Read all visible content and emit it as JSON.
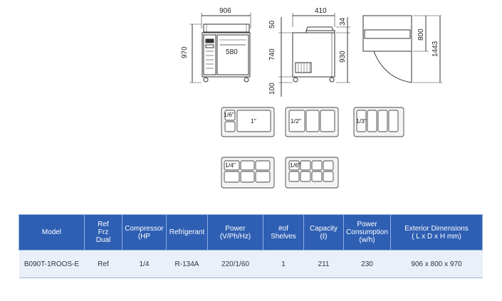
{
  "drawing": {
    "front": {
      "width": "906",
      "height": "970",
      "door_width": "580"
    },
    "side": {
      "depth": "410",
      "top_height": "50",
      "top_depth": "34",
      "body_height": "740",
      "total_to_top": "930",
      "leg_height": "100"
    },
    "top": {
      "depth": "800",
      "total_height": "1443"
    },
    "pans": [
      {
        "labels": [
          "1/6\"",
          "1\""
        ]
      },
      {
        "labels": [
          "1/2\""
        ]
      },
      {
        "labels": [
          "1/3\""
        ]
      },
      {
        "labels": [
          "1/4\""
        ]
      },
      {
        "labels": [
          "1/6\""
        ]
      }
    ]
  },
  "table": {
    "headers": {
      "model": "Model",
      "ref": [
        "Ref",
        "Frz",
        "Dual"
      ],
      "compressor": [
        "Compressor",
        "(HP"
      ],
      "refrigerant": "Refrigerant",
      "power": [
        "Power",
        "(V/Ph/Hz)"
      ],
      "shelves": [
        "#of",
        "Shelves"
      ],
      "capacity": [
        "Capacity",
        "(ℓ)"
      ],
      "consumption": [
        "Power",
        "Consumption",
        "(w/h)"
      ],
      "exterior": [
        "Exterior Dimensions",
        "( L x D x H mm)"
      ]
    },
    "row": {
      "model": "B090T-1ROOS-E",
      "ref": "Ref",
      "compressor": "1/4",
      "refrigerant": "R-134A",
      "power": "220/1/60",
      "shelves": "1",
      "capacity": "211",
      "consumption": "230",
      "exterior": "906 x 800 x 970"
    }
  }
}
